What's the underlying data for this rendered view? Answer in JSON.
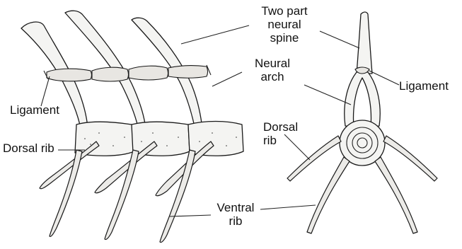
{
  "labels": {
    "two_part_neural_spine": [
      "Two part",
      "neural",
      "spine"
    ],
    "neural_arch": [
      "Neural",
      "arch"
    ],
    "ligament_left": "Ligament",
    "ligament_right": "Ligament",
    "dorsal_rib_left": "Dorsal rib",
    "dorsal_rib_right": [
      "Dorsal",
      "rib"
    ],
    "ventral_rib": [
      "Ventral",
      "rib"
    ]
  },
  "colors": {
    "ink": "#1a1a1a",
    "bone_fill": "#f4f4f2",
    "background": "#ffffff"
  }
}
